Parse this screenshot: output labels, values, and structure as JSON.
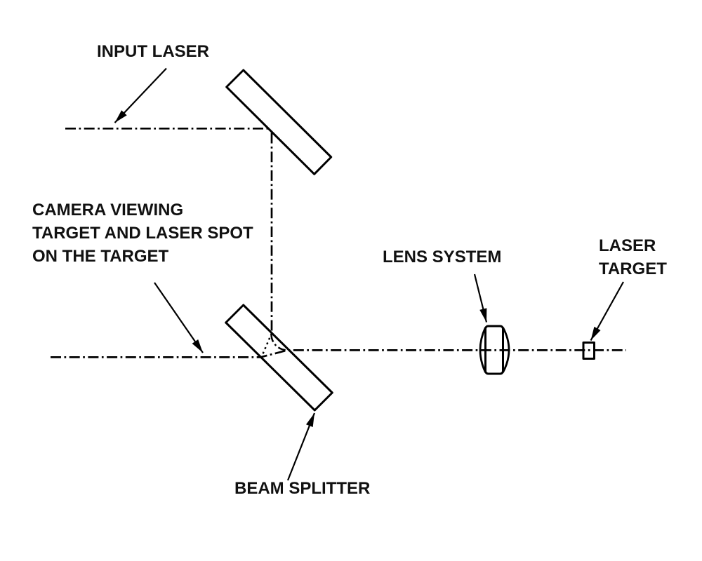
{
  "diagram": {
    "background_color": "#ffffff",
    "line_color": "#000000",
    "text_color": "#111111",
    "labels": {
      "input_laser": "INPUT LASER",
      "camera": [
        "CAMERA VIEWING",
        "TARGET AND LASER SPOT",
        "ON THE TARGET"
      ],
      "lens_system": "LENS SYSTEM",
      "laser_target": [
        "LASER",
        "TARGET"
      ],
      "beam_splitter": "BEAM SPLITTER"
    }
  }
}
